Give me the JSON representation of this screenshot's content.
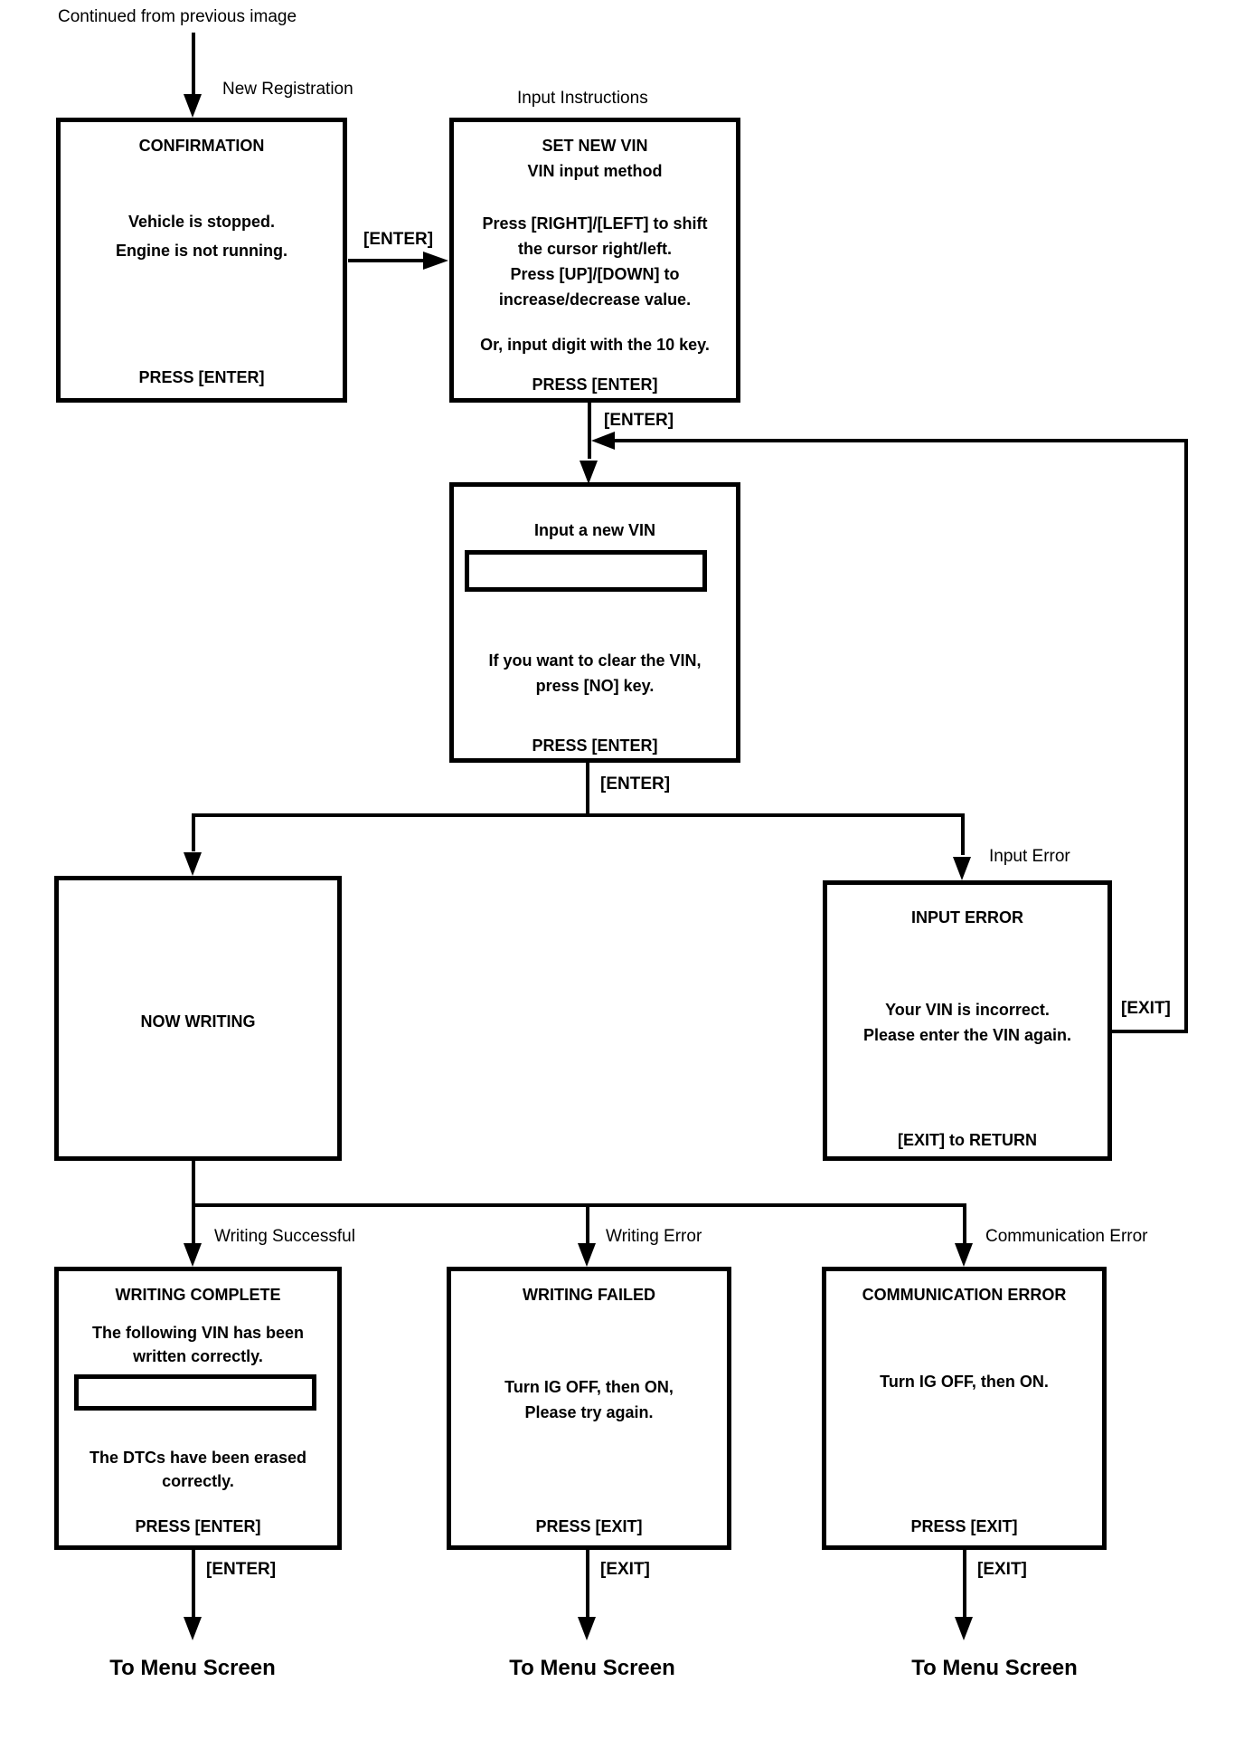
{
  "header": {
    "continued": "Continued from previous image"
  },
  "tags": {
    "new_registration": "New Registration",
    "input_instructions": "Input Instructions",
    "input_error": "Input Error",
    "writing_successful": "Writing Successful",
    "writing_error": "Writing Error",
    "communication_error": "Communication Error"
  },
  "edge_labels": {
    "enter_confirm": "[ENTER]",
    "enter_instructions": "[ENTER]",
    "enter_input_vin": "[ENTER]",
    "exit_loop": "[EXIT]",
    "enter_complete": "[ENTER]",
    "exit_failed": "[EXIT]",
    "exit_comm": "[EXIT]"
  },
  "boxes": {
    "confirmation": {
      "title": "CONFIRMATION",
      "l1": "Vehicle is stopped.",
      "l2": "Engine is not running.",
      "footer": "PRESS [ENTER]"
    },
    "set_new_vin": {
      "title": "SET NEW VIN",
      "subtitle": "VIN input method",
      "l1": "Press [RIGHT]/[LEFT] to shift",
      "l2": "the cursor right/left.",
      "l3": "Press [UP]/[DOWN] to",
      "l4": "increase/decrease value.",
      "l5": "Or, input digit with the 10 key.",
      "footer": "PRESS [ENTER]"
    },
    "input_vin": {
      "title": "Input a new VIN",
      "l1": "If you want to clear the VIN,",
      "l2": "press [NO] key.",
      "footer": "PRESS [ENTER]"
    },
    "now_writing": {
      "title": "NOW WRITING"
    },
    "input_error": {
      "title": "INPUT ERROR",
      "l1": "Your VIN is incorrect.",
      "l2": "Please enter the VIN again.",
      "footer": "[EXIT] to RETURN"
    },
    "writing_complete": {
      "title": "WRITING COMPLETE",
      "l1": "The following VIN has been",
      "l2": "written correctly.",
      "l3": "The DTCs have been erased",
      "l4": "correctly.",
      "footer": "PRESS [ENTER]"
    },
    "writing_failed": {
      "title": "WRITING FAILED",
      "l1": "Turn IG OFF, then ON,",
      "l2": "Please try again.",
      "footer": "PRESS [EXIT]"
    },
    "communication_error": {
      "title": "COMMUNICATION ERROR",
      "l1": "Turn IG OFF, then ON.",
      "footer": "PRESS [EXIT]"
    }
  },
  "exits": {
    "menu1": "To Menu Screen",
    "menu2": "To Menu Screen",
    "menu3": "To Menu Screen"
  },
  "colors": {
    "ink": "#000000",
    "paper": "#ffffff"
  }
}
